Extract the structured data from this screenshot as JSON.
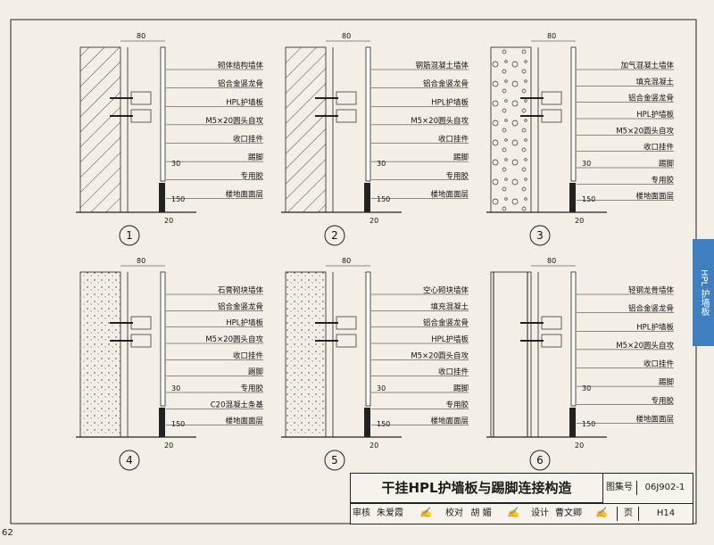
{
  "page_number": "62",
  "side_tab": "HPL 护墙板",
  "details": [
    {
      "num": "1",
      "dim_width": "80",
      "dim_gap": "30",
      "dim_height": "150",
      "dim_base": "20",
      "labels": [
        "砌体结构墙体",
        "铝合金竖龙骨",
        "HPL护墙板",
        "M5×20圆头自攻",
        "收口挂件",
        "踢脚",
        "专用胶",
        "楼地面面层"
      ]
    },
    {
      "num": "2",
      "dim_width": "80",
      "dim_gap": "30",
      "dim_height": "150",
      "dim_base": "20",
      "labels": [
        "钢筋混凝土墙体",
        "铝合金竖龙骨",
        "HPL护墙板",
        "M5×20圆头自攻",
        "收口挂件",
        "踢脚",
        "专用胶",
        "楼地面面层"
      ]
    },
    {
      "num": "3",
      "dim_width": "80",
      "dim_gap": "30",
      "dim_height": "150",
      "dim_base": "20",
      "labels": [
        "加气混凝土墙体",
        "填充混凝土",
        "铝合金竖龙骨",
        "HPL护墙板",
        "M5×20圆头自攻",
        "收口挂件",
        "踢脚",
        "专用胶",
        "楼地面面层"
      ]
    },
    {
      "num": "4",
      "dim_width": "80",
      "dim_gap": "30",
      "dim_height": "150",
      "dim_base": "20",
      "labels": [
        "石膏砌块墙体",
        "铝合金竖龙骨",
        "HPL护墙板",
        "M5×20圆头自攻",
        "收口挂件",
        "踢脚",
        "专用胶",
        "C20混凝土条基",
        "楼地面面层"
      ]
    },
    {
      "num": "5",
      "dim_width": "80",
      "dim_gap": "30",
      "dim_height": "150",
      "dim_base": "20",
      "labels": [
        "空心砌块墙体",
        "填充混凝土",
        "铝合金竖龙骨",
        "HPL护墙板",
        "M5×20圆头自攻",
        "收口挂件",
        "踢脚",
        "专用胶",
        "楼地面面层"
      ]
    },
    {
      "num": "6",
      "dim_width": "80",
      "dim_gap": "30",
      "dim_height": "150",
      "dim_base": "20",
      "labels": [
        "轻钢龙骨墙体",
        "铝合金竖龙骨",
        "HPL护墙板",
        "M5×20圆头自攻",
        "收口挂件",
        "踢脚",
        "专用胶",
        "楼地面面层"
      ]
    }
  ],
  "title_block": {
    "title": "干挂HPL护墙板与踢脚连接构造",
    "atlas_label": "图集号",
    "atlas_no": "06J902-1",
    "review_label": "审核",
    "reviewer": "朱爱霞",
    "check_label": "校对",
    "checker": "胡 媚",
    "design_label": "设计",
    "designer": "曹文卿",
    "page_label": "页",
    "page_no": "H14"
  }
}
